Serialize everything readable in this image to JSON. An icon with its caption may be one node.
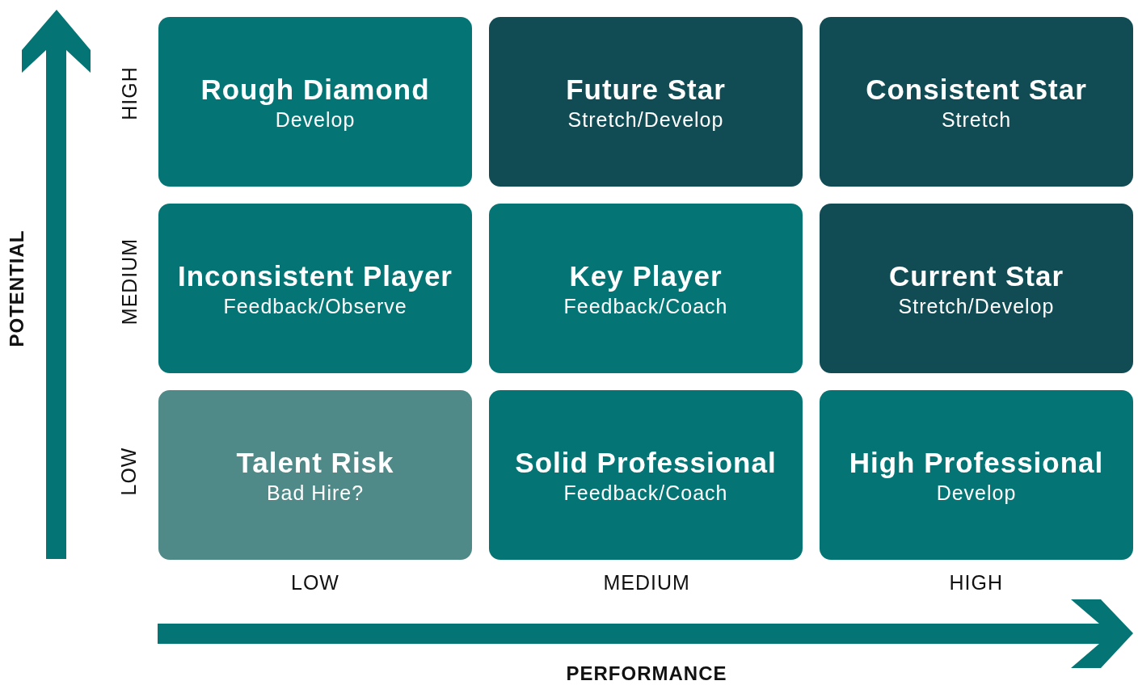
{
  "diagram": {
    "nodes": [
      {
        "text": [
          "Rough Diamond",
          "Develop"
        ]
      },
      {
        "text": [
          "Future Star",
          "Stretch/Develop"
        ]
      },
      {
        "text": [
          "Consistent Star",
          "Stretch"
        ]
      },
      {
        "text": [
          "Inconsistent Player",
          "Feedback/Observe"
        ]
      },
      {
        "text": [
          "Key Player",
          "Feedback/Coach"
        ]
      },
      {
        "text": [
          "Current Star",
          "Stretch/Develop"
        ]
      },
      {
        "text": [
          "Talent Risk",
          "Bad Hire?"
        ]
      },
      {
        "text": [
          "Solid Professional",
          "Feedback/Coach"
        ]
      },
      {
        "text": [
          "High Professional",
          "Develop"
        ]
      }
    ],
    "edges": [],
    "labels": [
      "POTENTIAL",
      "HIGH",
      "MEDIUM",
      "LOW",
      "LOW",
      "MEDIUM",
      "HIGH",
      "PERFORMANCE"
    ]
  }
}
